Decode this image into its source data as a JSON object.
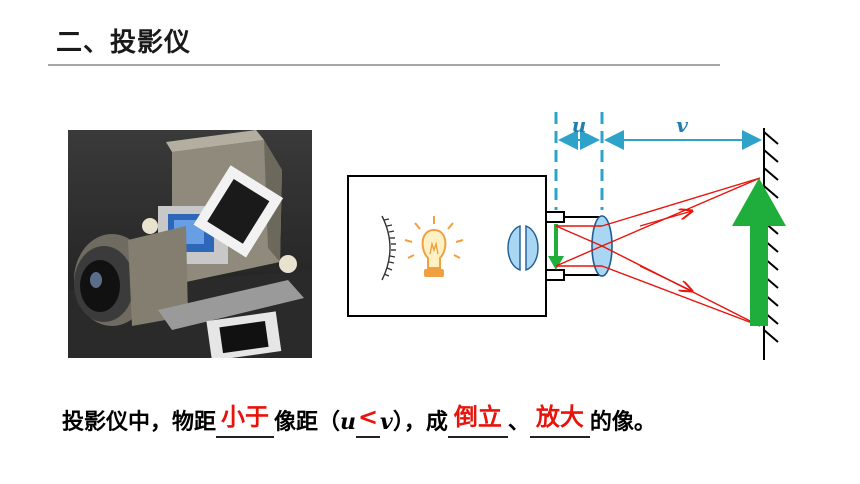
{
  "heading": "二、投影仪",
  "diagram": {
    "label_u": "u",
    "label_v": "v"
  },
  "sentence": {
    "part1": "投影仪中，物距",
    "blank1": "小于",
    "part2": "像距（",
    "u": "u",
    "relation": "<",
    "v": "v",
    "part3": "），成",
    "blank2": "倒立",
    "sep": "、",
    "blank3": "放大",
    "part4": "的像。"
  },
  "colors": {
    "accent_red": "#e8140c",
    "dimension_cyan": "#2ea3c9",
    "arrow_green": "#1fae3c",
    "lens_blue": "#a9d6f2",
    "lamp_orange": "#f0a040"
  }
}
